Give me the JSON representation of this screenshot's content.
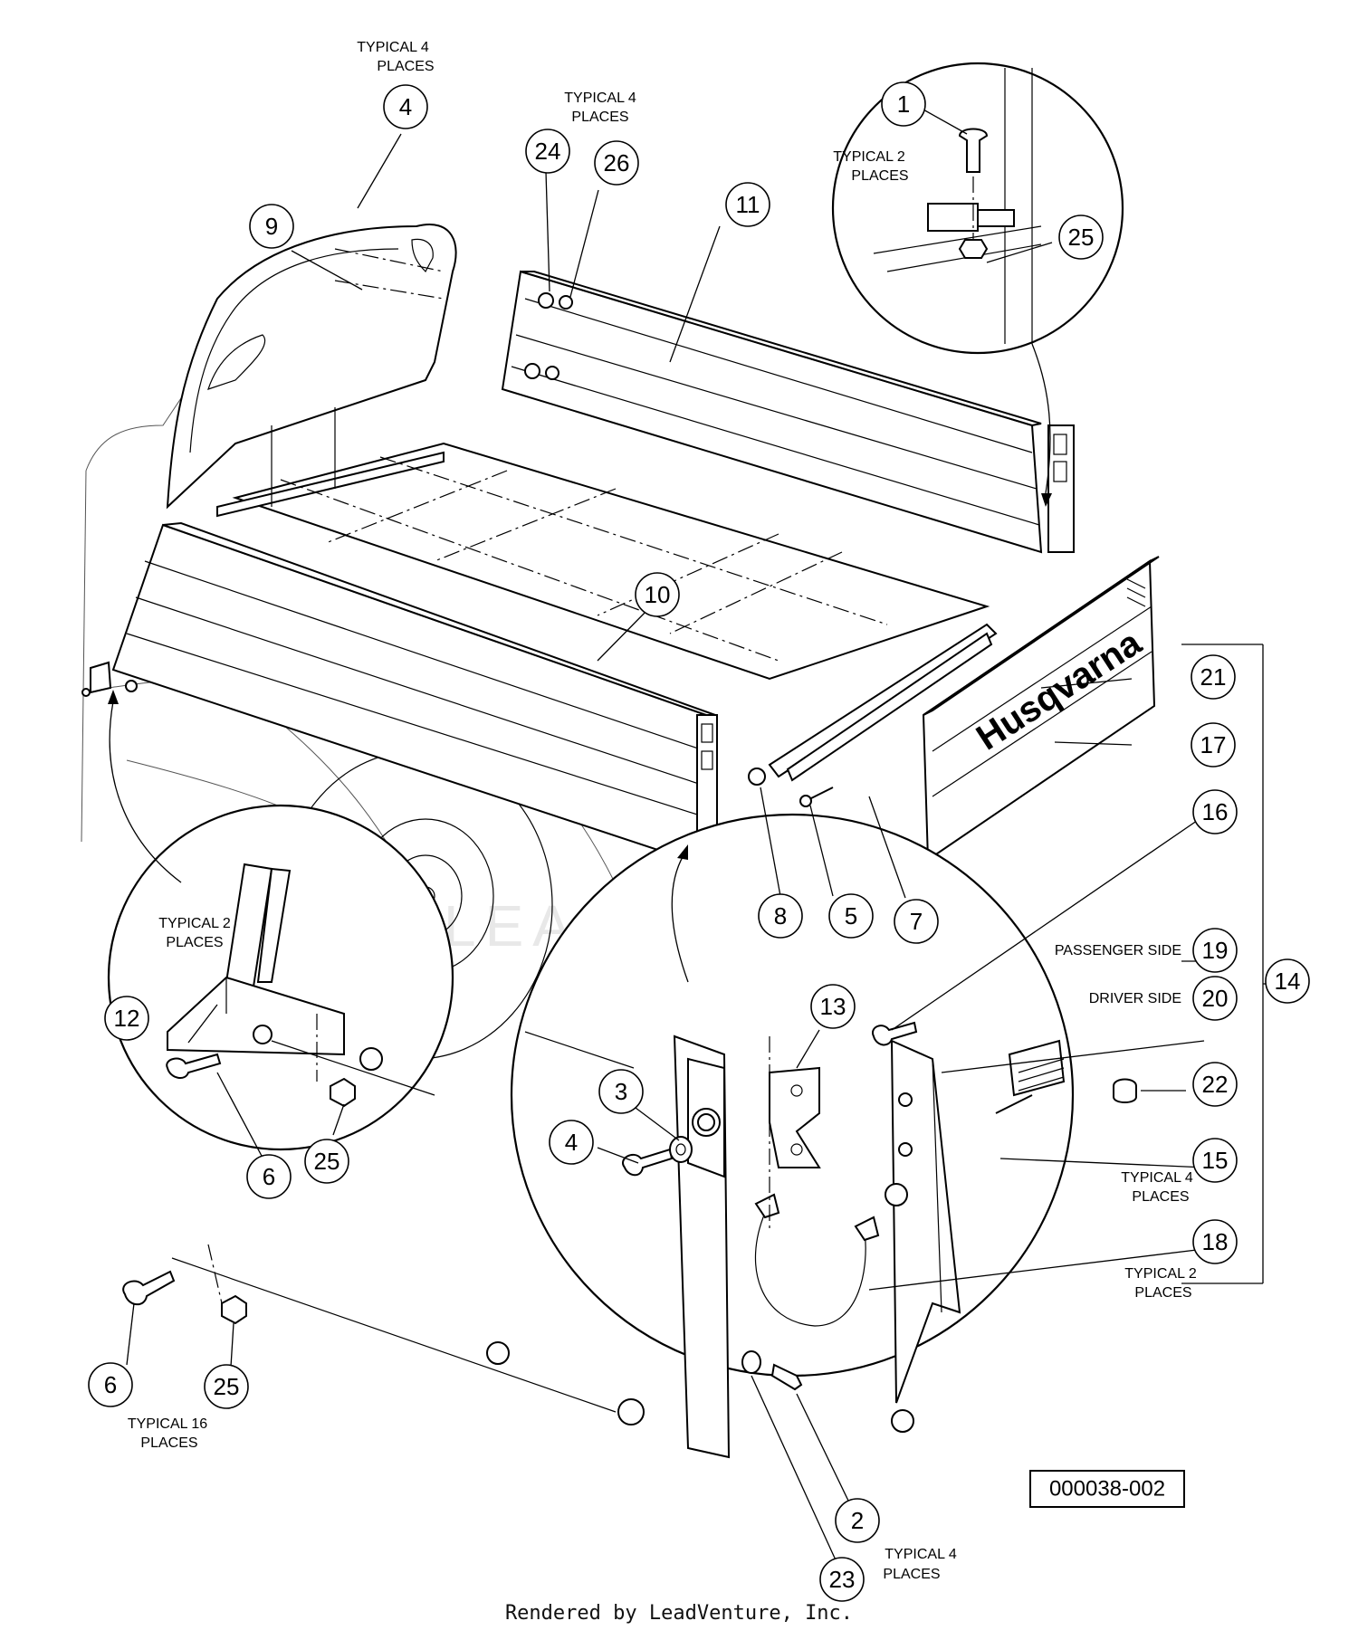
{
  "callouts": [
    {
      "label": "1"
    },
    {
      "label": "2"
    },
    {
      "label": "3"
    },
    {
      "label": "4"
    },
    {
      "label": "4"
    },
    {
      "label": "5"
    },
    {
      "label": "6"
    },
    {
      "label": "6"
    },
    {
      "label": "7"
    },
    {
      "label": "8"
    },
    {
      "label": "9"
    },
    {
      "label": "10"
    },
    {
      "label": "11"
    },
    {
      "label": "12"
    },
    {
      "label": "13"
    },
    {
      "label": "14"
    },
    {
      "label": "15"
    },
    {
      "label": "16"
    },
    {
      "label": "17"
    },
    {
      "label": "18"
    },
    {
      "label": "19"
    },
    {
      "label": "20"
    },
    {
      "label": "21"
    },
    {
      "label": "22"
    },
    {
      "label": "23"
    },
    {
      "label": "24"
    },
    {
      "label": "25"
    },
    {
      "label": "25"
    },
    {
      "label": "25"
    },
    {
      "label": "26"
    }
  ],
  "notes": {
    "typ4_a": [
      "TYPICAL 4",
      "PLACES"
    ],
    "typ4_b": [
      "TYPICAL 4",
      "PLACES"
    ],
    "typ2_detail_top": [
      "TYPICAL 2",
      "PLACES"
    ],
    "typ2_detail_left": [
      "TYPICAL 2",
      "PLACES"
    ],
    "typ4_15": [
      "TYPICAL 4",
      "PLACES"
    ],
    "typ2_18": [
      "TYPICAL 2",
      "PLACES"
    ],
    "typ16": [
      "TYPICAL 16",
      "PLACES"
    ],
    "typ4_bottom": [
      "TYPICAL 4",
      "PLACES"
    ]
  },
  "side_labels": {
    "passenger": "PASSENGER SIDE",
    "driver": "DRIVER SIDE"
  },
  "brand": "Husqvarna",
  "watermark": "LEADVENTURE",
  "reference_number": "000038-002",
  "footer": "Rendered by LeadVenture, Inc."
}
